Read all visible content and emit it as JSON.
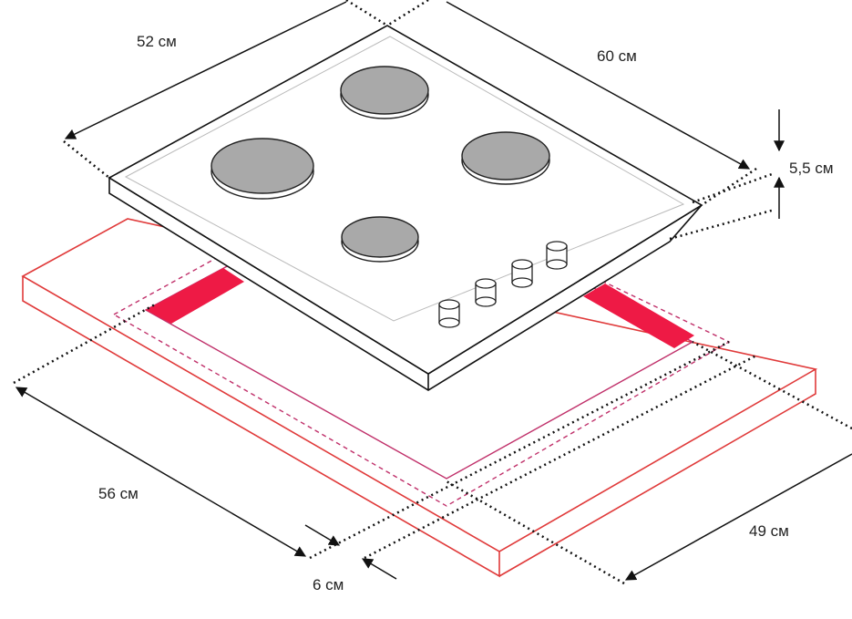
{
  "dimensions": {
    "hob_depth": "52 см",
    "hob_width": "60 см",
    "hob_height": "5,5 см",
    "cutout_width": "56 см",
    "cutout_depth": "49 см",
    "edge_offset": "6 см"
  },
  "colors": {
    "countertop": "#e03a3a",
    "support_bar": "#ee1a45",
    "burner": "#a9a9a9",
    "line": "#111111"
  }
}
